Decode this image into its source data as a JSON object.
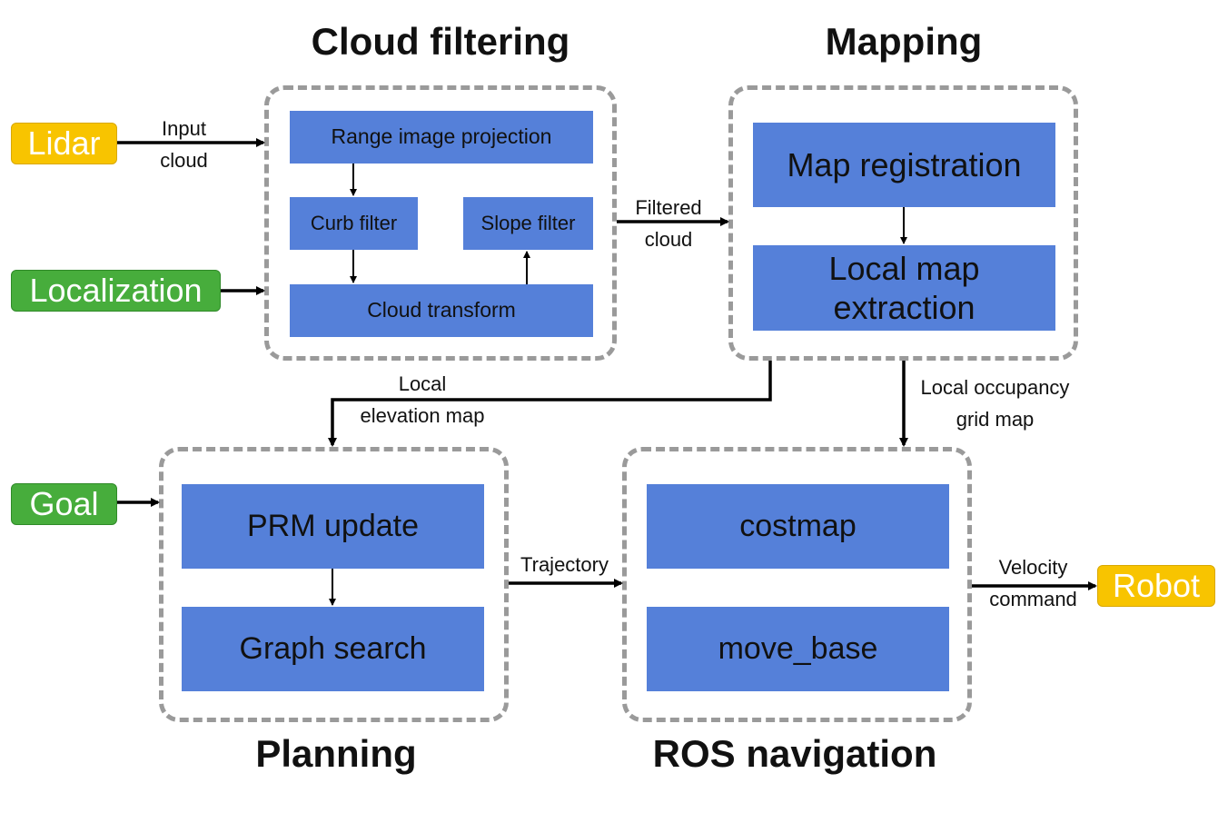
{
  "titles": {
    "cloud_filtering": "Cloud filtering",
    "mapping": "Mapping",
    "planning": "Planning",
    "ros_navigation": "ROS navigation"
  },
  "inputs": {
    "lidar": "Lidar",
    "localization": "Localization",
    "goal": "Goal"
  },
  "outputs": {
    "robot": "Robot"
  },
  "cloud_filtering": {
    "range_image_projection": "Range image projection",
    "curb_filter": "Curb filter",
    "slope_filter": "Slope filter",
    "cloud_transform": "Cloud transform"
  },
  "mapping": {
    "map_registration": "Map registration",
    "local_map_extraction": [
      "Local map",
      "extraction"
    ]
  },
  "planning": {
    "prm_update": "PRM update",
    "graph_search": "Graph search"
  },
  "ros_navigation": {
    "costmap": "costmap",
    "move_base": "move_base"
  },
  "edge_labels": {
    "input_cloud": [
      "Input",
      "cloud"
    ],
    "filtered_cloud": [
      "Filtered",
      "cloud"
    ],
    "local_elevation_map": [
      "Local",
      "elevation map"
    ],
    "local_occupancy_grid_map": [
      "Local occupancy",
      "grid map"
    ],
    "trajectory": "Trajectory",
    "velocity_command": [
      "Velocity",
      "command"
    ]
  },
  "colors": {
    "process_box": "#5580d9",
    "input_green": "#47ad3c",
    "io_yellow": "#f8c400",
    "group_border": "#9a9a9a",
    "arrow": "#000000"
  }
}
